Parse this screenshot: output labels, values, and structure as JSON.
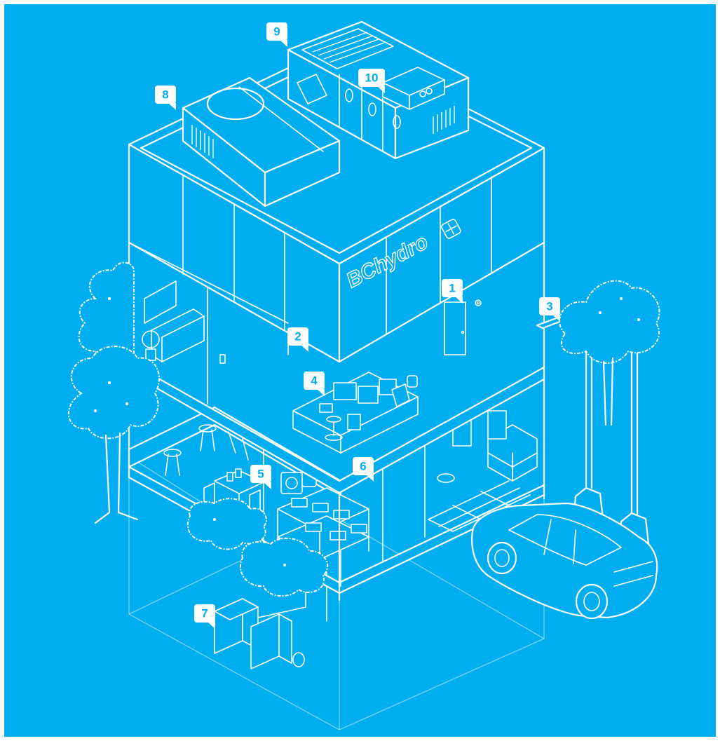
{
  "brand": {
    "wordmark": "BChydro",
    "logo_icon": "bchydro-logo-icon"
  },
  "colors": {
    "background": "#00adef",
    "line": "#ffffff"
  },
  "callouts": [
    {
      "id": "1",
      "label": "1"
    },
    {
      "id": "2",
      "label": "2"
    },
    {
      "id": "3",
      "label": "3"
    },
    {
      "id": "4",
      "label": "4"
    },
    {
      "id": "5",
      "label": "5"
    },
    {
      "id": "6",
      "label": "6"
    },
    {
      "id": "7",
      "label": "7"
    },
    {
      "id": "8",
      "label": "8"
    },
    {
      "id": "9",
      "label": "9"
    },
    {
      "id": "10",
      "label": "10"
    }
  ]
}
